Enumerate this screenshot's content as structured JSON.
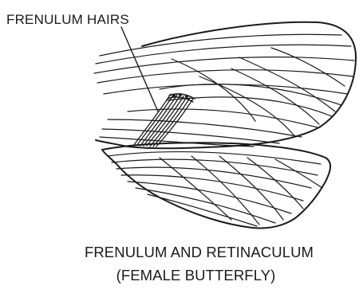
{
  "figure": {
    "callout_label": "FRENULUM HAIRS",
    "caption_line_1": "FRENULUM AND RETINACULUM",
    "caption_line_2": "(FEMALE  BUTTERFLY)"
  },
  "colors": {
    "ink": "#1a1a1a",
    "background": "#ffffff"
  }
}
